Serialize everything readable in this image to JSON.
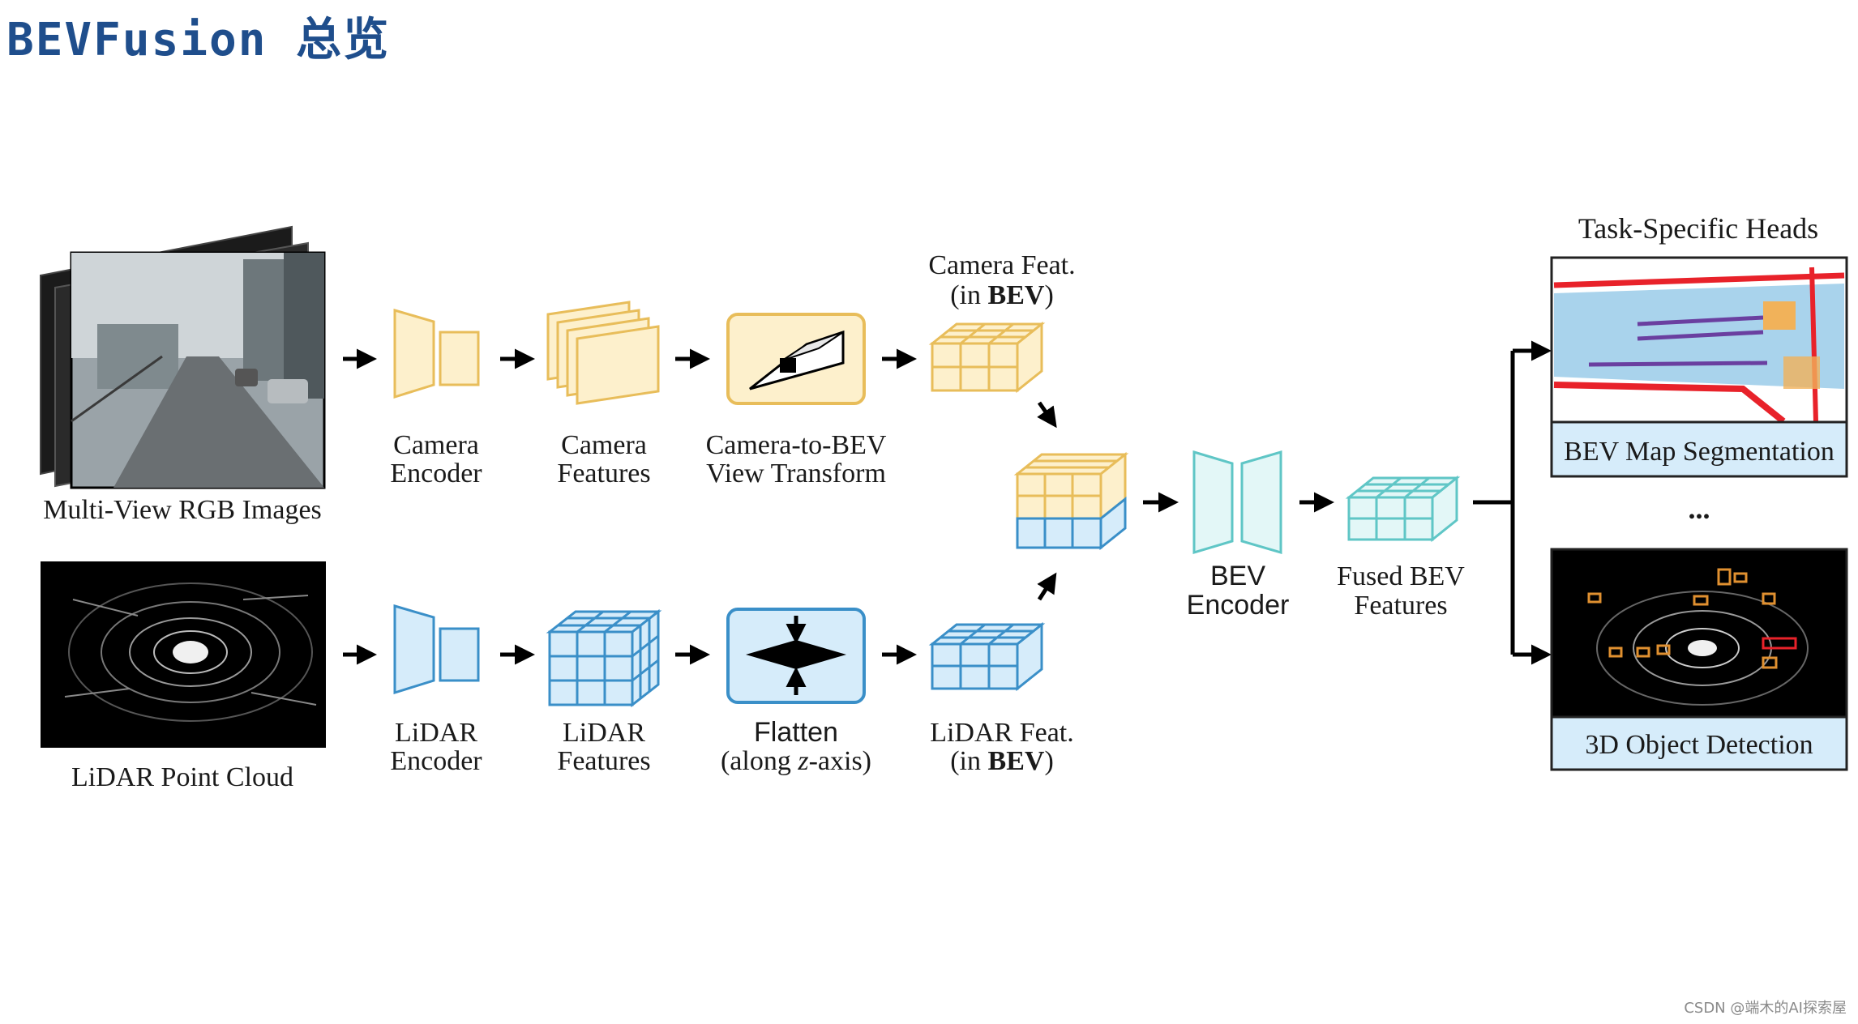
{
  "title": "BEVFusion 总览",
  "inputs": {
    "camera": "Multi-View RGB Images",
    "lidar": "LiDAR Point Cloud"
  },
  "camera_branch": {
    "encoder": [
      "Camera",
      "Encoder"
    ],
    "features": [
      "Camera",
      "Features"
    ],
    "transform": [
      "Camera-to-BEV",
      "View Transform"
    ],
    "bev_feat": [
      "Camera Feat.",
      "(in ",
      "BEV",
      ")"
    ]
  },
  "lidar_branch": {
    "encoder": [
      "LiDAR",
      "Encoder"
    ],
    "features": [
      "LiDAR",
      "Features"
    ],
    "flatten": [
      "Flatten",
      "(along ",
      "z",
      "-axis)"
    ],
    "bev_feat": [
      "LiDAR Feat.",
      "(in ",
      "BEV",
      ")"
    ]
  },
  "fusion": {
    "encoder": [
      "BEV",
      "Encoder"
    ],
    "fused": [
      "Fused BEV",
      "Features"
    ]
  },
  "heads": {
    "title": "Task-Specific Heads",
    "segmentation": "BEV Map Segmentation",
    "ellipsis": "...",
    "detection": "3D Object Detection"
  },
  "colors": {
    "camera_fill": "#fdf0cc",
    "camera_stroke": "#e8bd5a",
    "lidar_fill": "#d6ecfa",
    "lidar_stroke": "#3a8fc8",
    "fused_fill": "#e3f7f7",
    "fused_stroke": "#5fc6c6",
    "title": "#1f4e8c"
  },
  "watermark": "CSDN @端木的AI探索屋"
}
